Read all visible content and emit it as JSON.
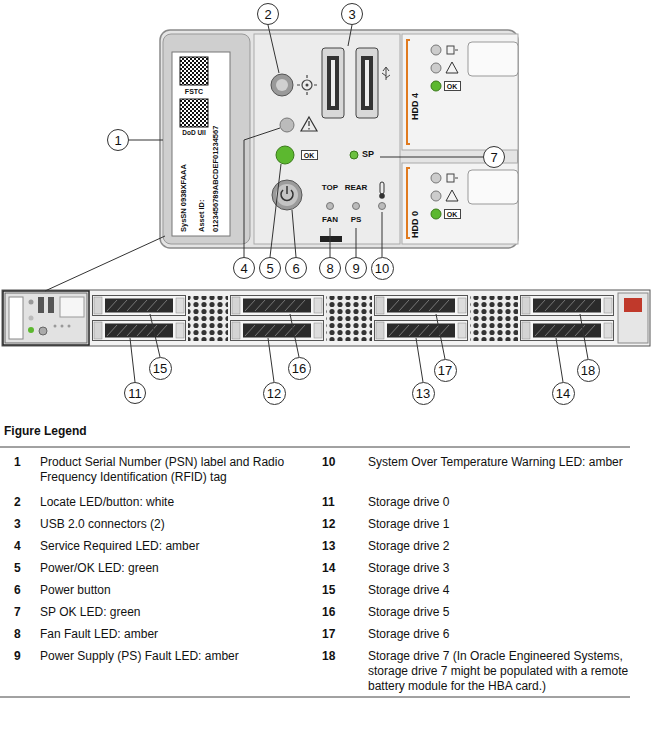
{
  "diagram": {
    "title": "Figure Legend",
    "nodes": [
      {
        "text": [
          "2"
        ]
      },
      {
        "text": [
          "3"
        ]
      },
      {
        "text": [
          "OK"
        ]
      },
      {
        "text": [
          "1"
        ]
      },
      {
        "text": [
          "OK"
        ]
      },
      {
        "text": [
          "7"
        ]
      },
      {
        "text": [
          "OK"
        ]
      },
      {
        "text": [
          "4"
        ]
      },
      {
        "text": [
          "5"
        ]
      },
      {
        "text": [
          "6"
        ]
      },
      {
        "text": [
          "8"
        ]
      },
      {
        "text": [
          "9"
        ]
      },
      {
        "text": [
          "10"
        ]
      },
      {
        "text": [
          "15"
        ]
      },
      {
        "text": [
          "16"
        ]
      },
      {
        "text": [
          "17"
        ]
      },
      {
        "text": [
          "18"
        ]
      },
      {
        "text": [
          "11"
        ]
      },
      {
        "text": [
          "12"
        ]
      },
      {
        "text": [
          "13"
        ]
      },
      {
        "text": [
          "14"
        ]
      }
    ],
    "labels": [
      "FSTC",
      "DoD UII",
      "SysSN 0938XFAAA",
      "Asset ID:",
      "0123456789ABCDEF01234567",
      "HDD 4",
      "SP",
      "HDD 0",
      "TOP",
      "REAR",
      "FAN",
      "PS",
      "1",
      "Product Serial Number (PSN) label and Radio Frequency Identification (RFID) tag",
      "10",
      "System Over Temperature Warning LED: amber",
      "2",
      "Locate LED/button: white",
      "11",
      "Storage drive 0",
      "3",
      "USB 2.0 connectors (2)",
      "12",
      "Storage drive 1",
      "4",
      "Service Required LED: amber",
      "13",
      "Storage drive 2",
      "5",
      "Power/OK LED: green",
      "14",
      "Storage drive 3",
      "6",
      "Power button",
      "15",
      "Storage drive 4",
      "7",
      "SP OK LED: green",
      "16",
      "Storage drive 5",
      "8",
      "Fan Fault LED: amber",
      "17",
      "Storage drive 6",
      "9",
      "Power Supply (PS) Fault LED: amber",
      "18",
      "Storage drive 7 (In Oracle Engineered Systems, storage drive 7 might be populated with a remote battery module for the HBA card.)"
    ]
  }
}
